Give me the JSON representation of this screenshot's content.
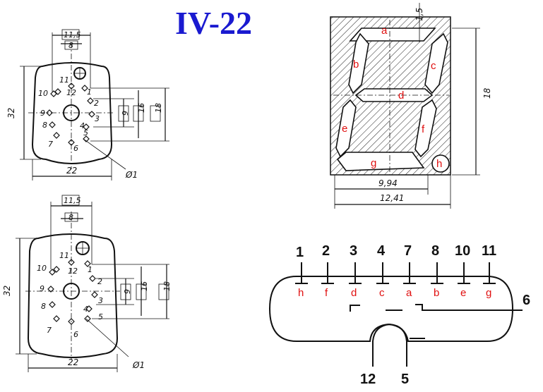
{
  "title": "IV-22",
  "base_view": {
    "pins": [
      "1",
      "2",
      "3",
      "4",
      "5",
      "6",
      "7",
      "8",
      "9",
      "10",
      "11",
      "12"
    ],
    "dims": {
      "height": "32",
      "width": "22",
      "pin_spacing_outer": "11,5",
      "pin_spacing_inner": "8",
      "d9": "9",
      "d16": "16",
      "d18": "18",
      "hole": "Ø1"
    }
  },
  "segment_view": {
    "segments": [
      "a",
      "b",
      "c",
      "d",
      "e",
      "f",
      "g",
      "h"
    ],
    "dims": {
      "top": "1,5",
      "height": "18",
      "width_inner": "9,94",
      "width_outer": "12,41"
    }
  },
  "pinout": {
    "top_pins": [
      {
        "pin": "1",
        "segment": "h"
      },
      {
        "pin": "2",
        "segment": "f"
      },
      {
        "pin": "3",
        "segment": "d"
      },
      {
        "pin": "4",
        "segment": "c"
      },
      {
        "pin": "7",
        "segment": "a"
      },
      {
        "pin": "8",
        "segment": "b"
      },
      {
        "pin": "10",
        "segment": "e"
      },
      {
        "pin": "11",
        "segment": "g"
      }
    ],
    "side_pin": "6",
    "bottom_pins": [
      "12",
      "5"
    ]
  }
}
